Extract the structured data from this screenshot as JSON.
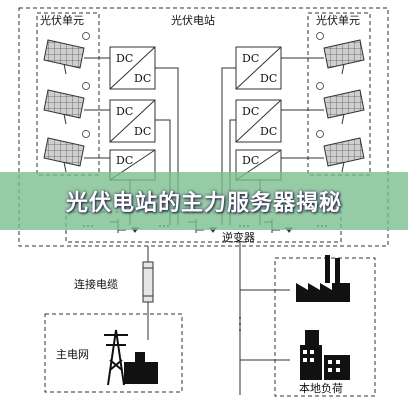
{
  "diagram": {
    "left_unit_label": "光伏单元",
    "right_unit_label": "光伏单元",
    "station_label": "光伏电站",
    "converter_top": "DC",
    "converter_bottom": "DC",
    "inverter_label": "逆变器",
    "cable_label": "连接电缆",
    "grid_label": "主电网",
    "load_label": "本地负荷",
    "ellipsis": "..."
  },
  "banner": {
    "title": "光伏电站的主力服务器揭秘"
  },
  "colors": {
    "line": "#333333",
    "banner_bg": "#7cbf8e",
    "banner_text": "#ffffff"
  }
}
